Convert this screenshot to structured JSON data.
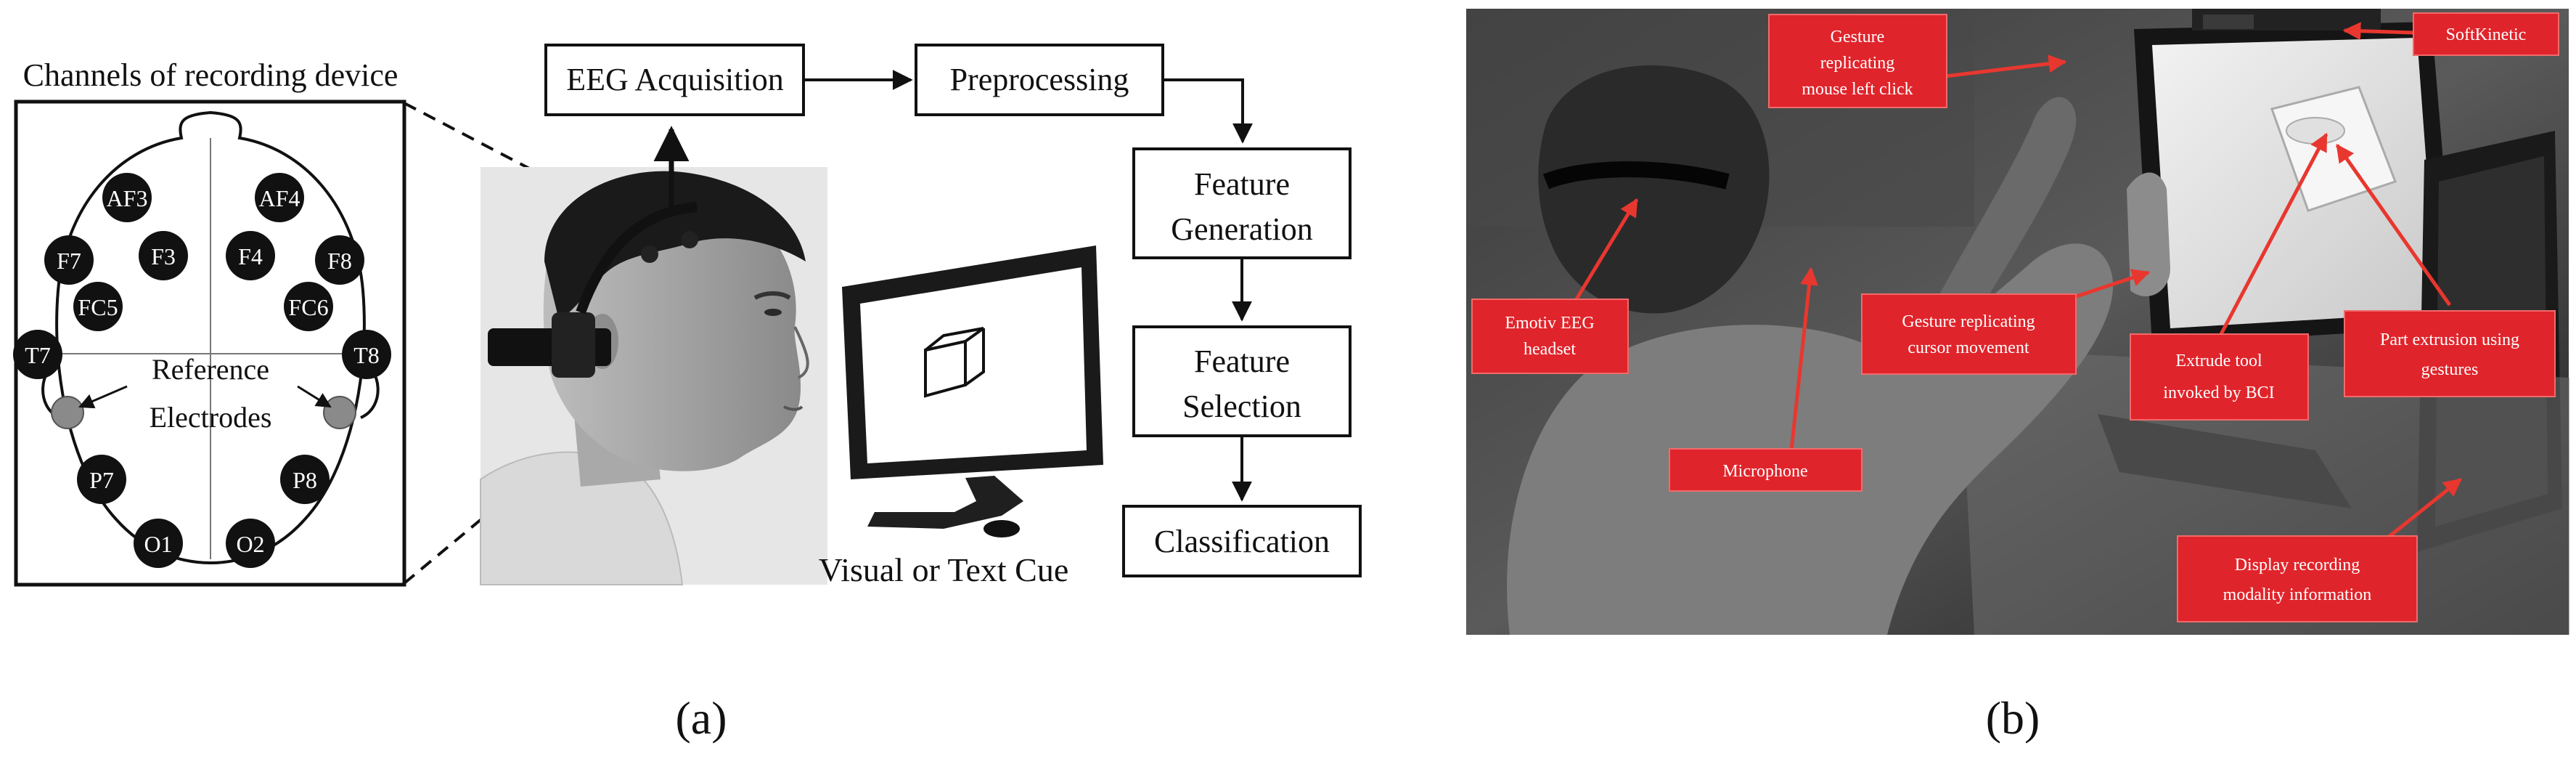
{
  "panel_a": {
    "head_title": "Channels of recording device",
    "electrodes": [
      "AF3",
      "AF4",
      "F7",
      "F3",
      "F4",
      "F8",
      "FC5",
      "FC6",
      "T7",
      "T8",
      "P7",
      "P8",
      "O1",
      "O2"
    ],
    "reference_label": [
      "Reference",
      "Electrodes"
    ],
    "flow": {
      "acquisition": "EEG Acquisition",
      "preprocessing": "Preprocessing",
      "feature_generation": [
        "Feature",
        "Generation"
      ],
      "feature_selection": [
        "Feature",
        "Selection"
      ],
      "classification": "Classification"
    },
    "cue_label": "Visual or Text Cue",
    "caption": "(a)"
  },
  "panel_b": {
    "labels": {
      "gesture_click": [
        "Gesture",
        "replicating",
        "mouse left click"
      ],
      "softkinetic": "SoftKinetic",
      "emotiv": [
        "Emotiv EEG",
        "headset"
      ],
      "gesture_cursor": [
        "Gesture replicating",
        "cursor movement"
      ],
      "extrude": [
        "Extrude tool",
        "invoked by BCI"
      ],
      "part_extrusion": [
        "Part extrusion using",
        "gestures"
      ],
      "microphone": "Microphone",
      "display_info": [
        "Display recording",
        "modality information"
      ]
    },
    "caption": "(b)"
  },
  "colors": {
    "label_red": "#e0242b",
    "arrow_red": "#e8372f",
    "line": "#111111",
    "electrode": "#111111",
    "reference_fill": "#8a8a8a",
    "photo_bg": "#2a2a2a"
  }
}
